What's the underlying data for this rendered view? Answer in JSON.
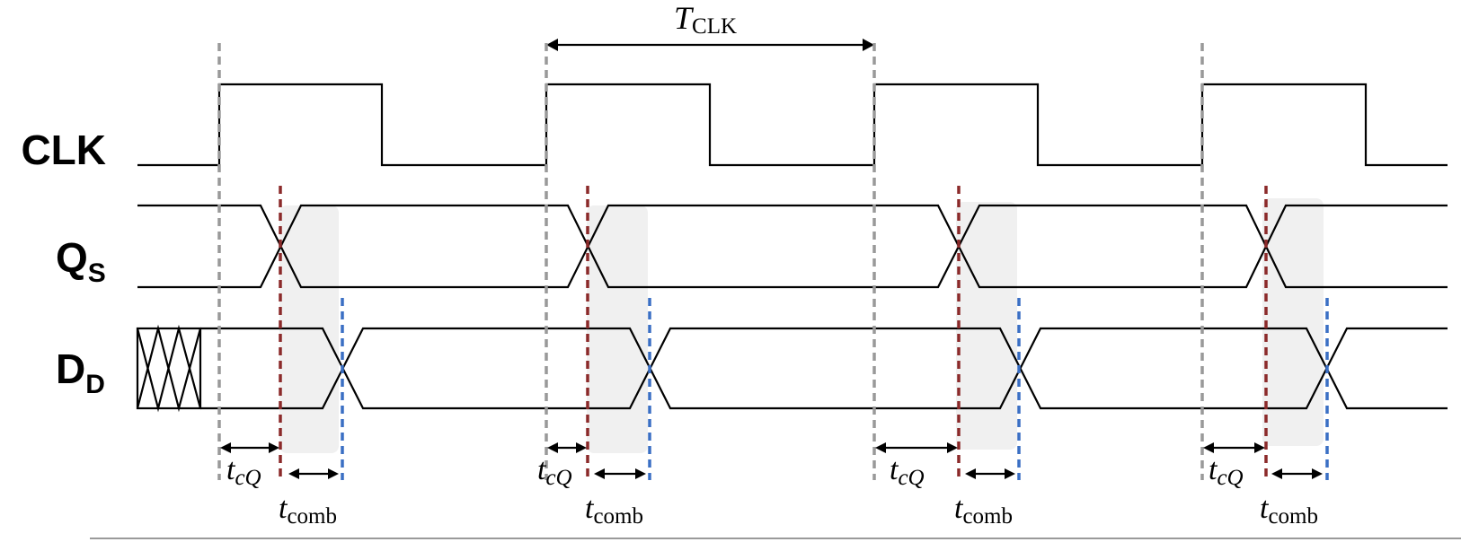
{
  "signals": {
    "clk": {
      "label": "CLK"
    },
    "qs": {
      "label": "Q",
      "subscript": "S"
    },
    "dd": {
      "label": "D",
      "subscript": "D"
    }
  },
  "period_label": {
    "main": "T",
    "sub": "CLK"
  },
  "cycles": [
    {
      "tcq_main": "t",
      "tcq_sub": "cQ",
      "tcomb_main": "t",
      "tcomb_sub": "comb"
    },
    {
      "tcq_main": "t",
      "tcq_sub": "cQ",
      "tcomb_main": "t",
      "tcomb_sub": "comb"
    },
    {
      "tcq_main": "t",
      "tcq_sub": "cQ",
      "tcomb_main": "t",
      "tcomb_sub": "comb"
    },
    {
      "tcq_main": "t",
      "tcq_sub": "cQ",
      "tcomb_main": "t",
      "tcomb_sub": "comb"
    }
  ],
  "colors": {
    "signal": "#000000",
    "clock_edge_marker": "#999999",
    "tcq_marker": "#8b2a2a",
    "tcomb_marker": "#3a6fc4",
    "shade": "#f0f0f0",
    "baseline": "#9a9a9a"
  }
}
